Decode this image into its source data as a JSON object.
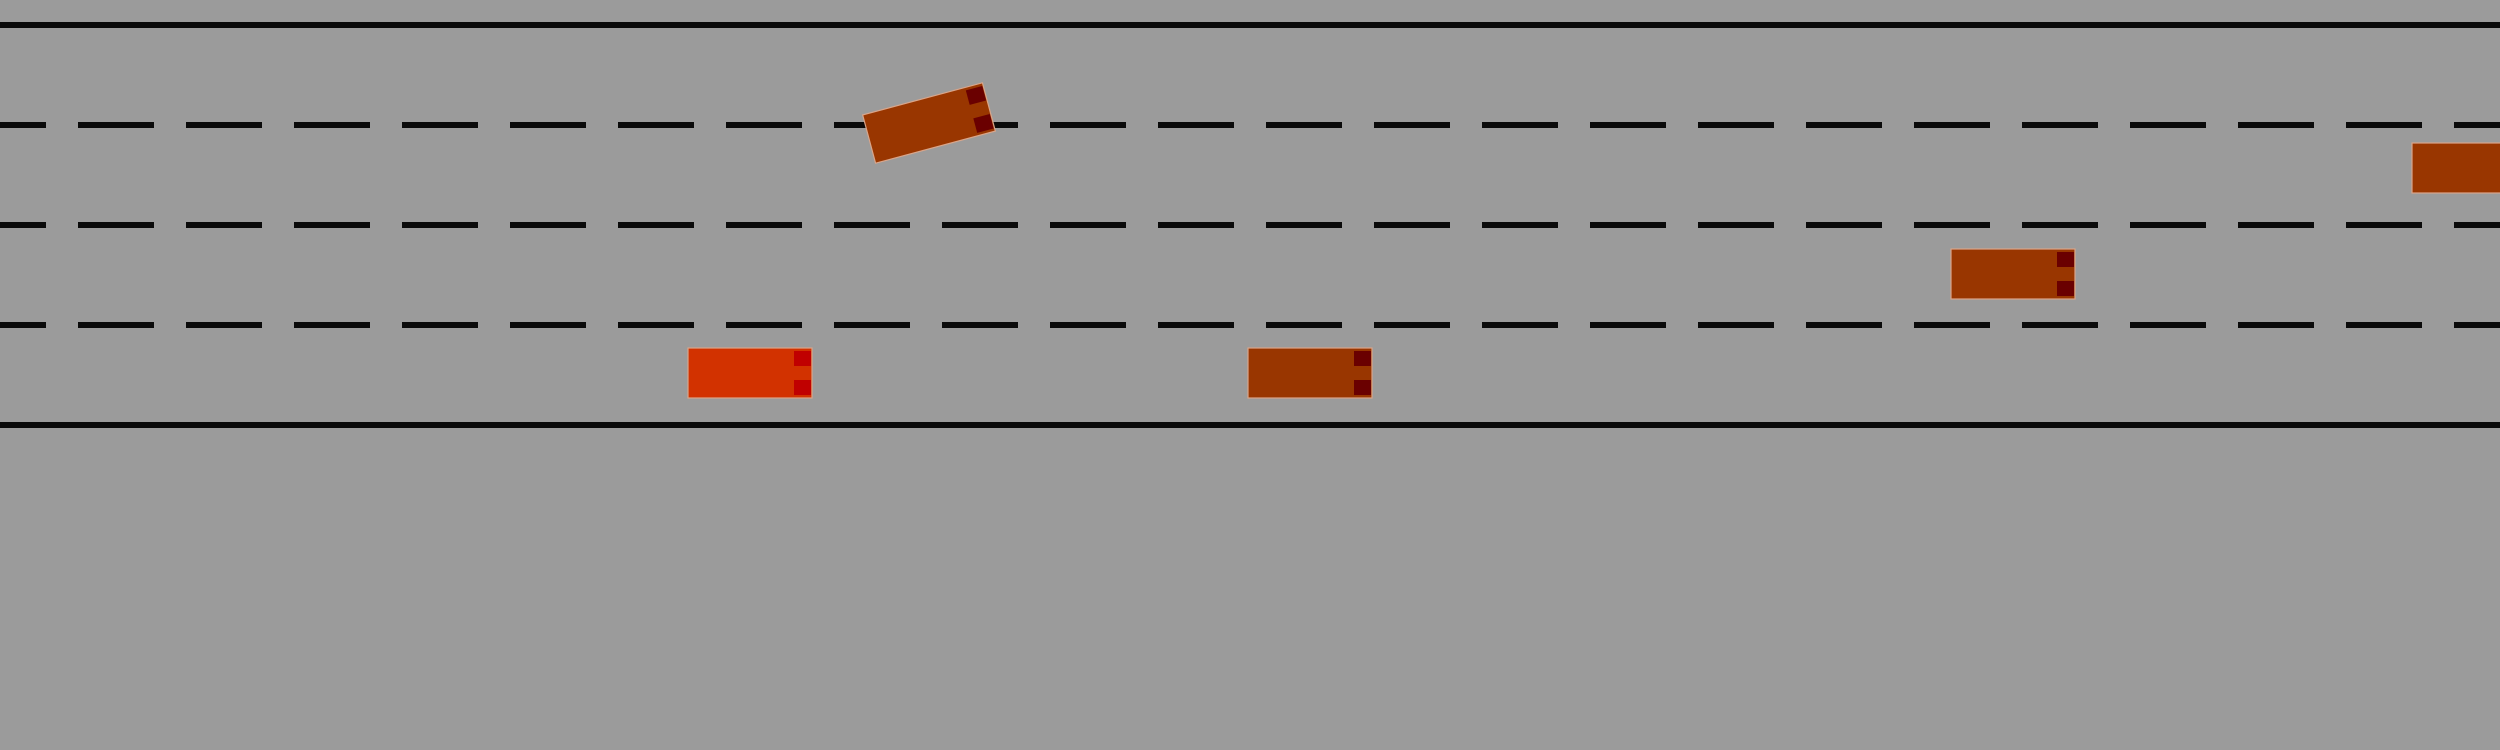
{
  "road": {
    "lane_count": 4,
    "colors": {
      "background": "#9b9b9b",
      "line": "#0a0a0a"
    }
  },
  "vehicles": [
    {
      "name": "ego-vehicle",
      "role": "ego",
      "lane": 4,
      "heading": "straight",
      "color": "#d23200",
      "light_color": "#c00000"
    },
    {
      "name": "vehicle-lane1-changing",
      "role": "other",
      "lane": 1,
      "heading": "changing-lane",
      "color": "#993600",
      "light_color": "#6a0000"
    },
    {
      "name": "vehicle-lane2-right-edge",
      "role": "other",
      "lane": 2,
      "heading": "straight",
      "color": "#993600",
      "light_color": "#6a0000"
    },
    {
      "name": "vehicle-lane3",
      "role": "other",
      "lane": 3,
      "heading": "straight",
      "color": "#993600",
      "light_color": "#6a0000"
    },
    {
      "name": "vehicle-lane4",
      "role": "other",
      "lane": 4,
      "heading": "straight",
      "color": "#993600",
      "light_color": "#6a0000"
    }
  ]
}
